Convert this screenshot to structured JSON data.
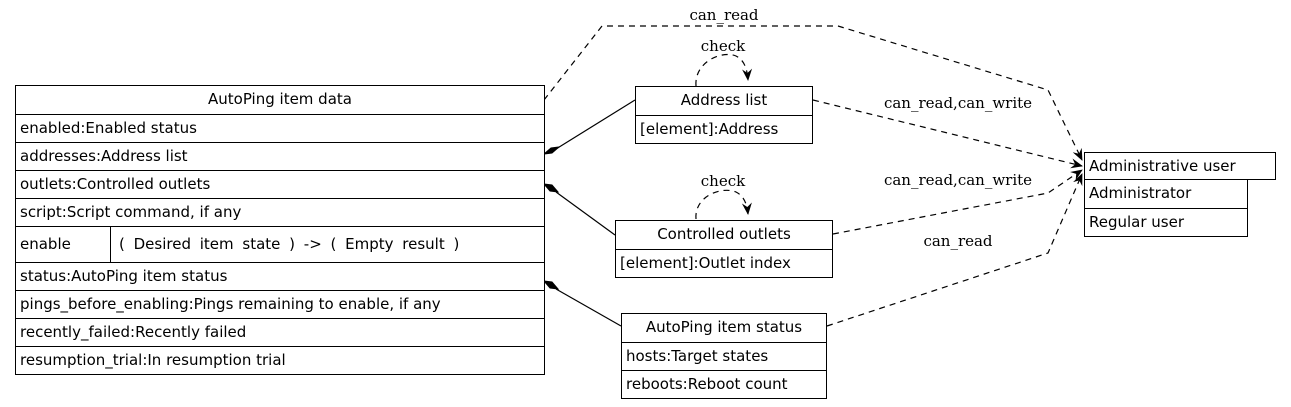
{
  "nodes": {
    "autoping": {
      "title": "AutoPing item data",
      "fields": [
        "enabled:Enabled status",
        "addresses:Address list",
        "outlets:Controlled outlets",
        "script:Script command, if any"
      ],
      "method": {
        "name": "enable",
        "signature": "(  Desired item state  )   -> (  Empty result  )"
      },
      "fields2": [
        "status:AutoPing item status",
        "pings_before_enabling:Pings remaining to enable, if any",
        "recently_failed:Recently failed",
        "resumption_trial:In resumption trial"
      ]
    },
    "address_list": {
      "title": "Address list",
      "fields": [
        "[element]:Address"
      ]
    },
    "controlled_outlets": {
      "title": "Controlled outlets",
      "fields": [
        "[element]:Outlet index"
      ]
    },
    "item_status": {
      "title": "AutoPing item status",
      "fields": [
        "hosts:Target states",
        "reboots:Reboot count"
      ]
    },
    "admin_user": {
      "title": "Administrative user",
      "fields": [
        "Administrator",
        "Regular user"
      ]
    }
  },
  "edge_labels": {
    "autoping_can_read": "can_read",
    "address_check": "check",
    "address_rw": "can_read,can_write",
    "outlets_check": "check",
    "outlets_rw": "can_read,can_write",
    "status_can_read": "can_read"
  }
}
